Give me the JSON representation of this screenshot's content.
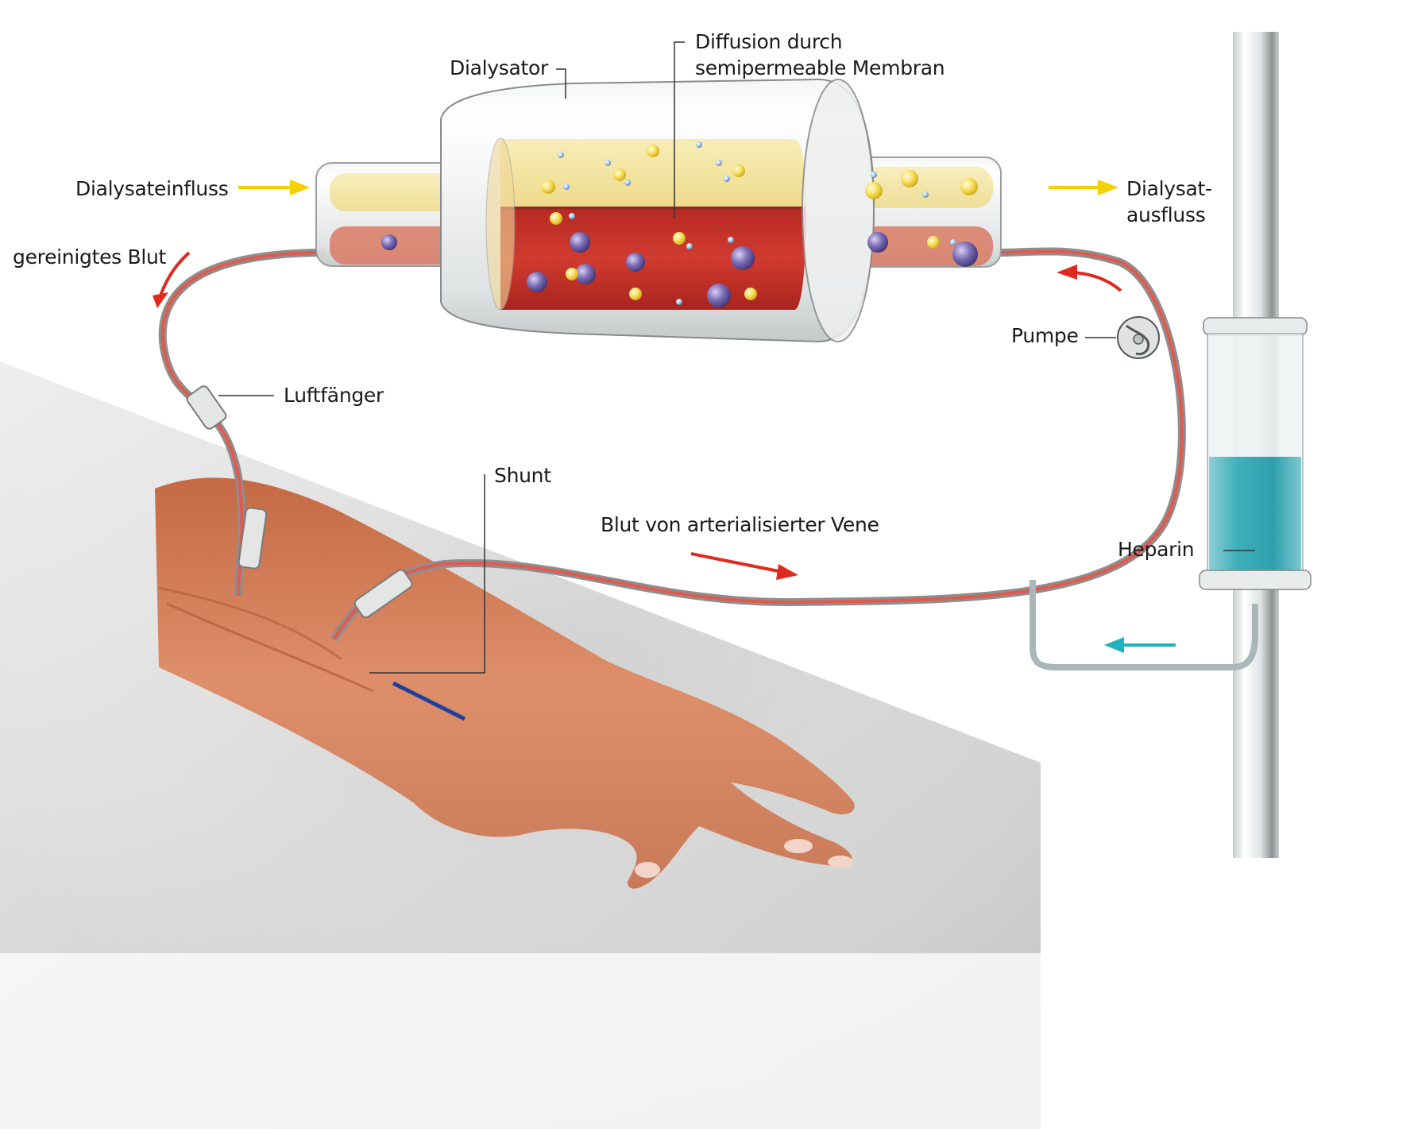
{
  "diagram": {
    "title": "Hämodialyse",
    "labels": {
      "dialysator": "Dialysator",
      "diffusion_line1": "Diffusion durch",
      "diffusion_line2": "semipermeable Membran",
      "dialysate_inflow": "Dialysateinfluss",
      "dialysate_outflow_line1": "Dialysat-",
      "dialysate_outflow_line2": "ausfluss",
      "purified_blood": "gereinigtes Blut",
      "pump": "Pumpe",
      "air_trap": "Luftfänger",
      "shunt": "Shunt",
      "arterialized_vein_blood": "Blut von arterialisierter Vene",
      "heparin": "Heparin"
    },
    "colors": {
      "blood": "#c9342a",
      "dialysate": "#f2e4a0",
      "flow_arrow_blood": "#e02a1f",
      "flow_arrow_dialysate": "#f4d000",
      "flow_arrow_heparin": "#1fb3bd",
      "heparin_fluid": "#3aa9b4",
      "skin": "#d9825e",
      "table": "#d8d8d8"
    }
  }
}
